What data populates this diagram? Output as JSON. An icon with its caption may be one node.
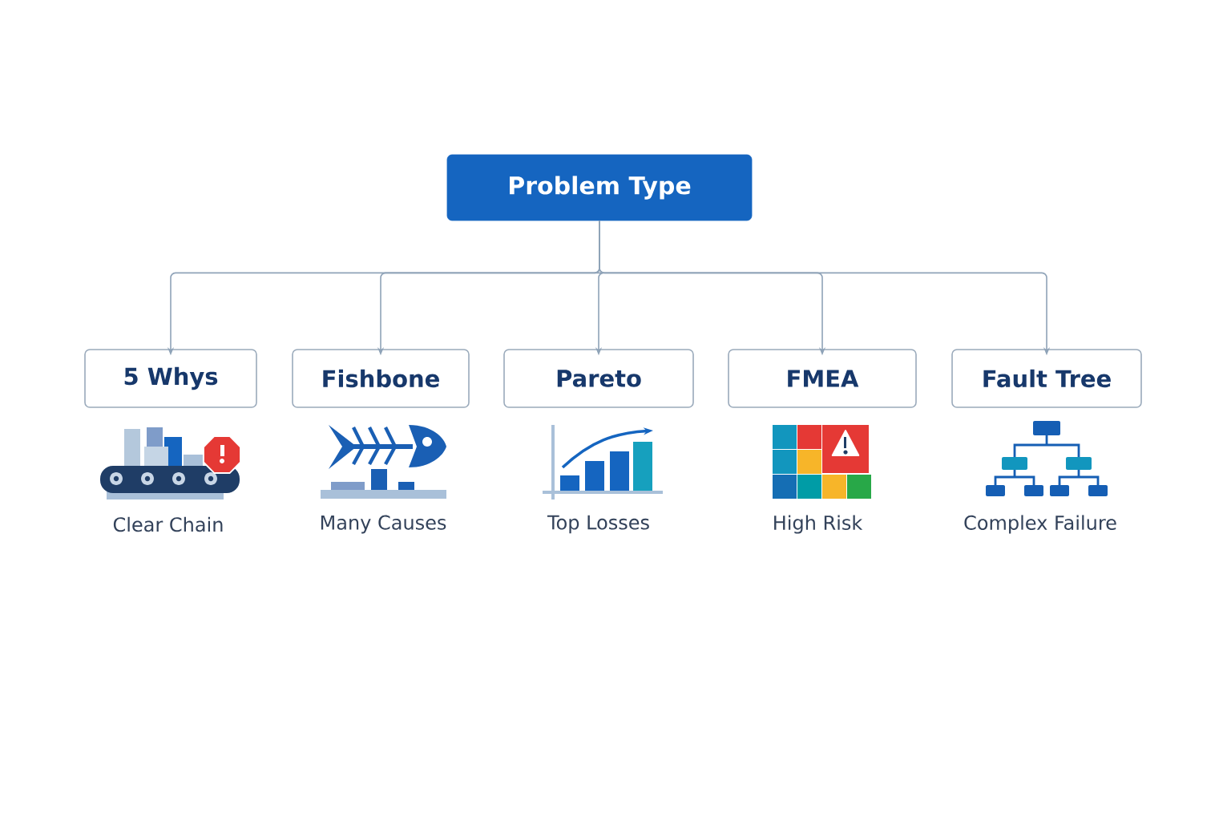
{
  "diagram": {
    "nodes": [
      {
        "text": [
          "Problem Type"
        ]
      },
      {
        "text": [
          "5 Whys"
        ]
      },
      {
        "text": [
          "Fishbone"
        ]
      },
      {
        "text": [
          "Pareto"
        ]
      },
      {
        "text": [
          "FMEA"
        ]
      },
      {
        "text": [
          "Fault Tree"
        ]
      }
    ],
    "edges": [
      {
        "from": 0,
        "to": 1,
        "arrow": "to"
      },
      {
        "from": 0,
        "to": 2,
        "arrow": "to"
      },
      {
        "from": 0,
        "to": 3,
        "arrow": "to"
      },
      {
        "from": 0,
        "to": 4,
        "arrow": "to"
      },
      {
        "from": 0,
        "to": 5,
        "arrow": "to"
      }
    ],
    "labels": [
      "Clear Chain",
      "Many Causes",
      "Top Losses",
      "High Risk",
      "Complex Failure"
    ]
  }
}
